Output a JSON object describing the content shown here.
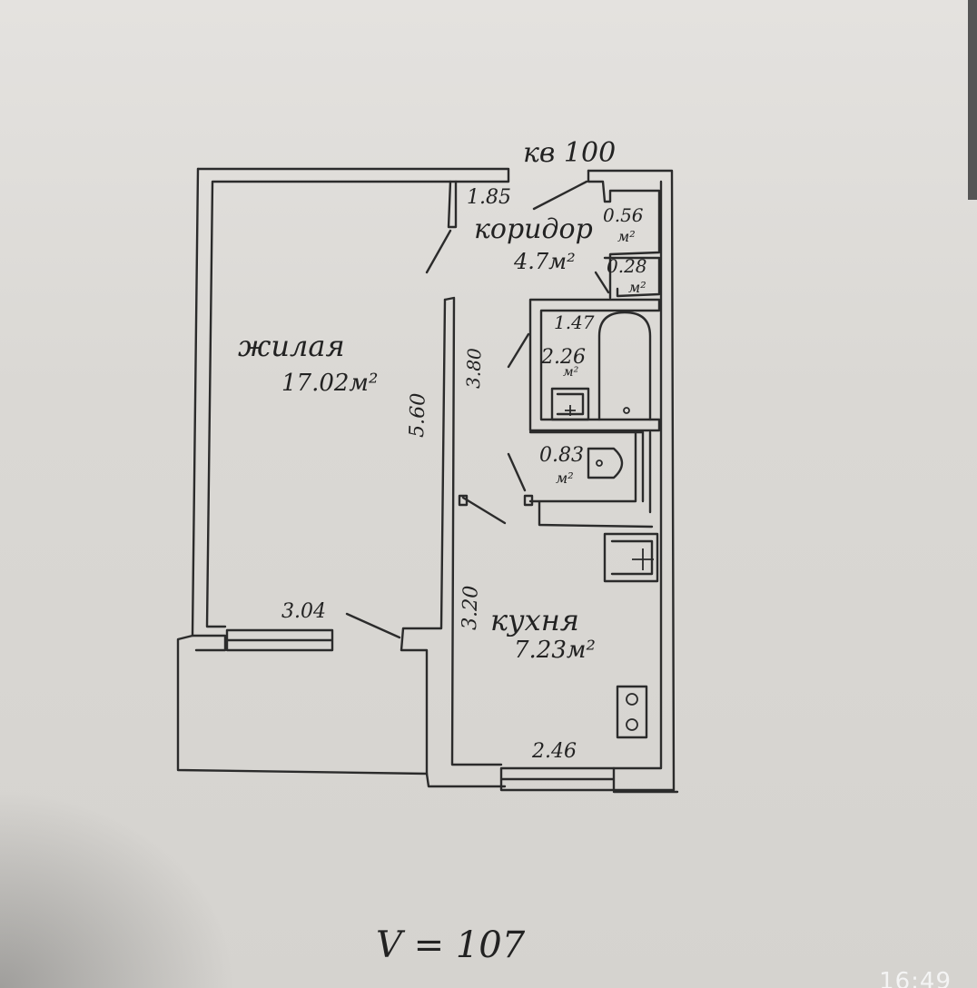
{
  "plan": {
    "apartment_label": "кв 100",
    "rooms": {
      "living": {
        "name": "жилая",
        "area": "17.02м²"
      },
      "corridor": {
        "name": "коридор",
        "area": "4.7м²"
      },
      "kitchen": {
        "name": "кухня",
        "area": "7.23м²"
      }
    },
    "dimensions": {
      "corridor_width": "1.85",
      "living_length": "5.60",
      "corridor_length": "3.80",
      "living_width": "3.04",
      "kitchen_length": "3.20",
      "kitchen_width": "2.46"
    },
    "small_areas": {
      "closet_1": "0.56",
      "closet_1_unit": "м²",
      "closet_2": "0.28",
      "closet_2_unit": "м²",
      "bath_dim": "1.47",
      "bath_area": "2.26",
      "bath_unit": "м²",
      "wc_area": "0.83",
      "wc_unit": "м²"
    },
    "volume_note": "V = 107"
  },
  "status_bar": {
    "time": "16:49"
  }
}
